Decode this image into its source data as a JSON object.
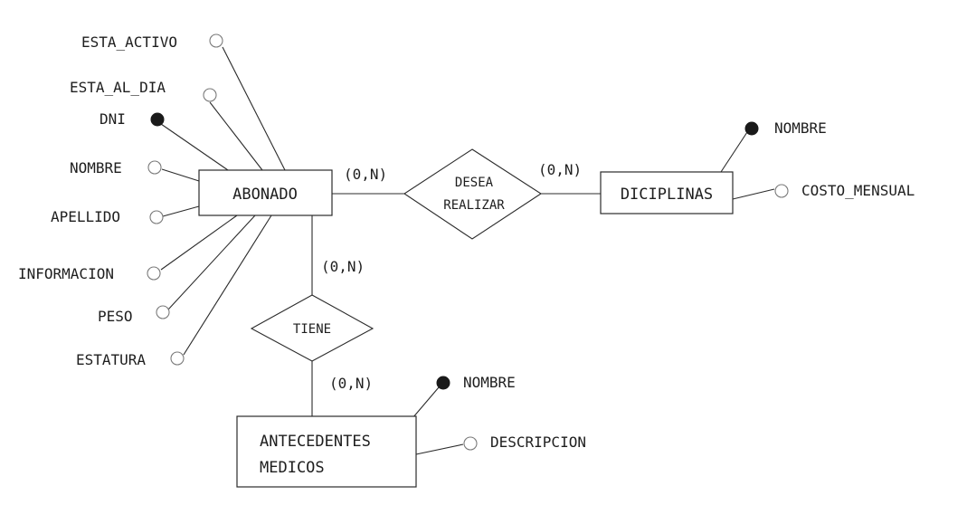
{
  "entities": {
    "abonado": "ABONADO",
    "diciplinas": "DICIPLINAS",
    "antecedentes_line1": "ANTECEDENTES",
    "antecedentes_line2": "MEDICOS"
  },
  "relationships": {
    "desea_line1": "DESEA",
    "desea_line2": "REALIZAR",
    "tiene": "TIENE"
  },
  "cardinalities": {
    "abonado_desea": "(0,N)",
    "desea_diciplinas": "(0,N)",
    "abonado_tiene": "(0,N)",
    "tiene_antecedentes": "(0,N)"
  },
  "attributes": {
    "abonado": [
      {
        "name": "ESTA_ACTIVO",
        "key": false
      },
      {
        "name": "ESTA_AL_DIA",
        "key": false
      },
      {
        "name": "DNI",
        "key": true
      },
      {
        "name": "NOMBRE",
        "key": false
      },
      {
        "name": "APELLIDO",
        "key": false
      },
      {
        "name": "INFORMACION",
        "key": false
      },
      {
        "name": "PESO",
        "key": false
      },
      {
        "name": "ESTATURA",
        "key": false
      }
    ],
    "diciplinas": [
      {
        "name": "NOMBRE",
        "key": true
      },
      {
        "name": "COSTO_MENSUAL",
        "key": false
      }
    ],
    "antecedentes": [
      {
        "name": "NOMBRE",
        "key": true
      },
      {
        "name": "DESCRIPCION",
        "key": false
      }
    ]
  }
}
